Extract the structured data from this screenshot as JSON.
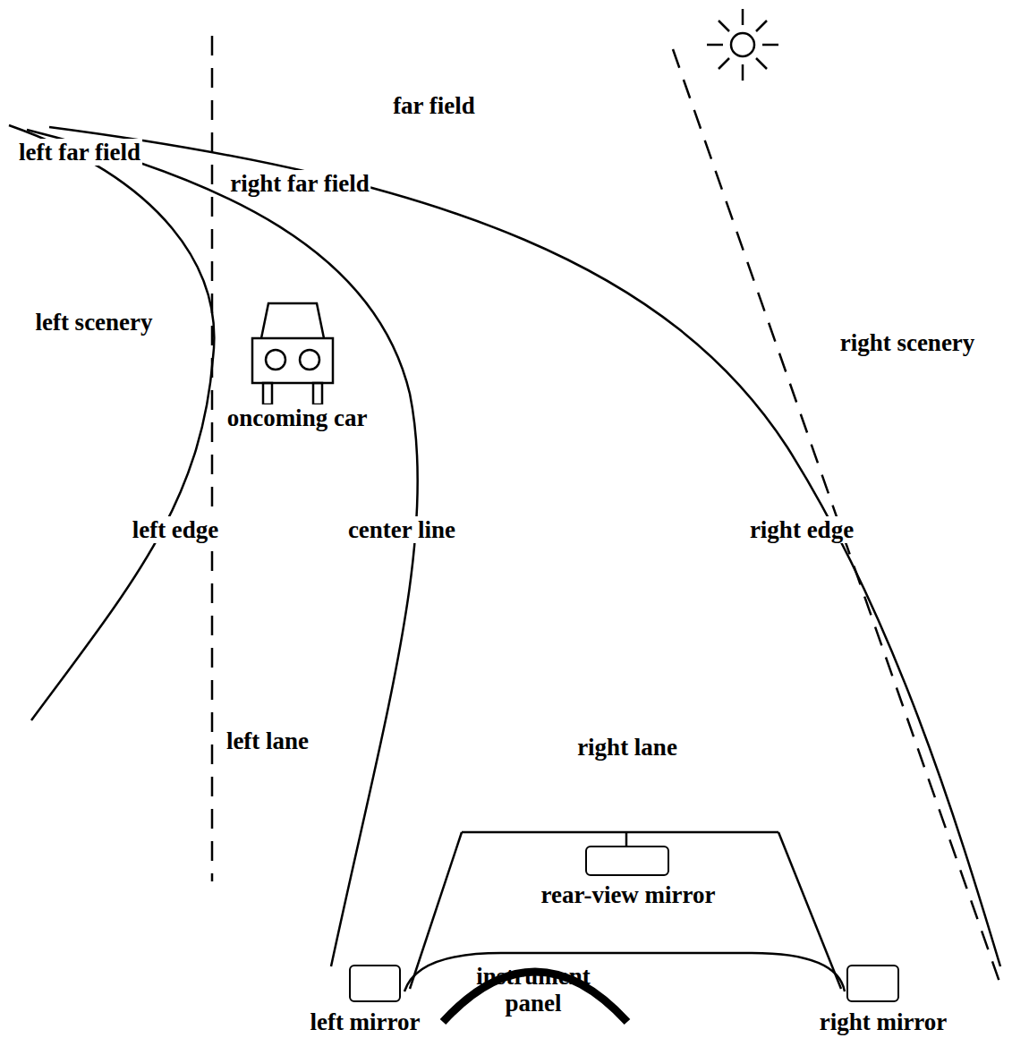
{
  "diagram": {
    "nodes": [
      {
        "text": [
          "oncoming car"
        ]
      },
      {
        "text": [
          "rear-view mirror"
        ]
      },
      {
        "text": [
          "left mirror"
        ]
      },
      {
        "text": [
          "right mirror"
        ]
      }
    ],
    "labels": [
      "far field",
      "left far field",
      "right far field",
      "left scenery",
      "right scenery",
      "left edge",
      "center line",
      "right edge",
      "left lane",
      "right lane",
      "instrument panel"
    ]
  }
}
